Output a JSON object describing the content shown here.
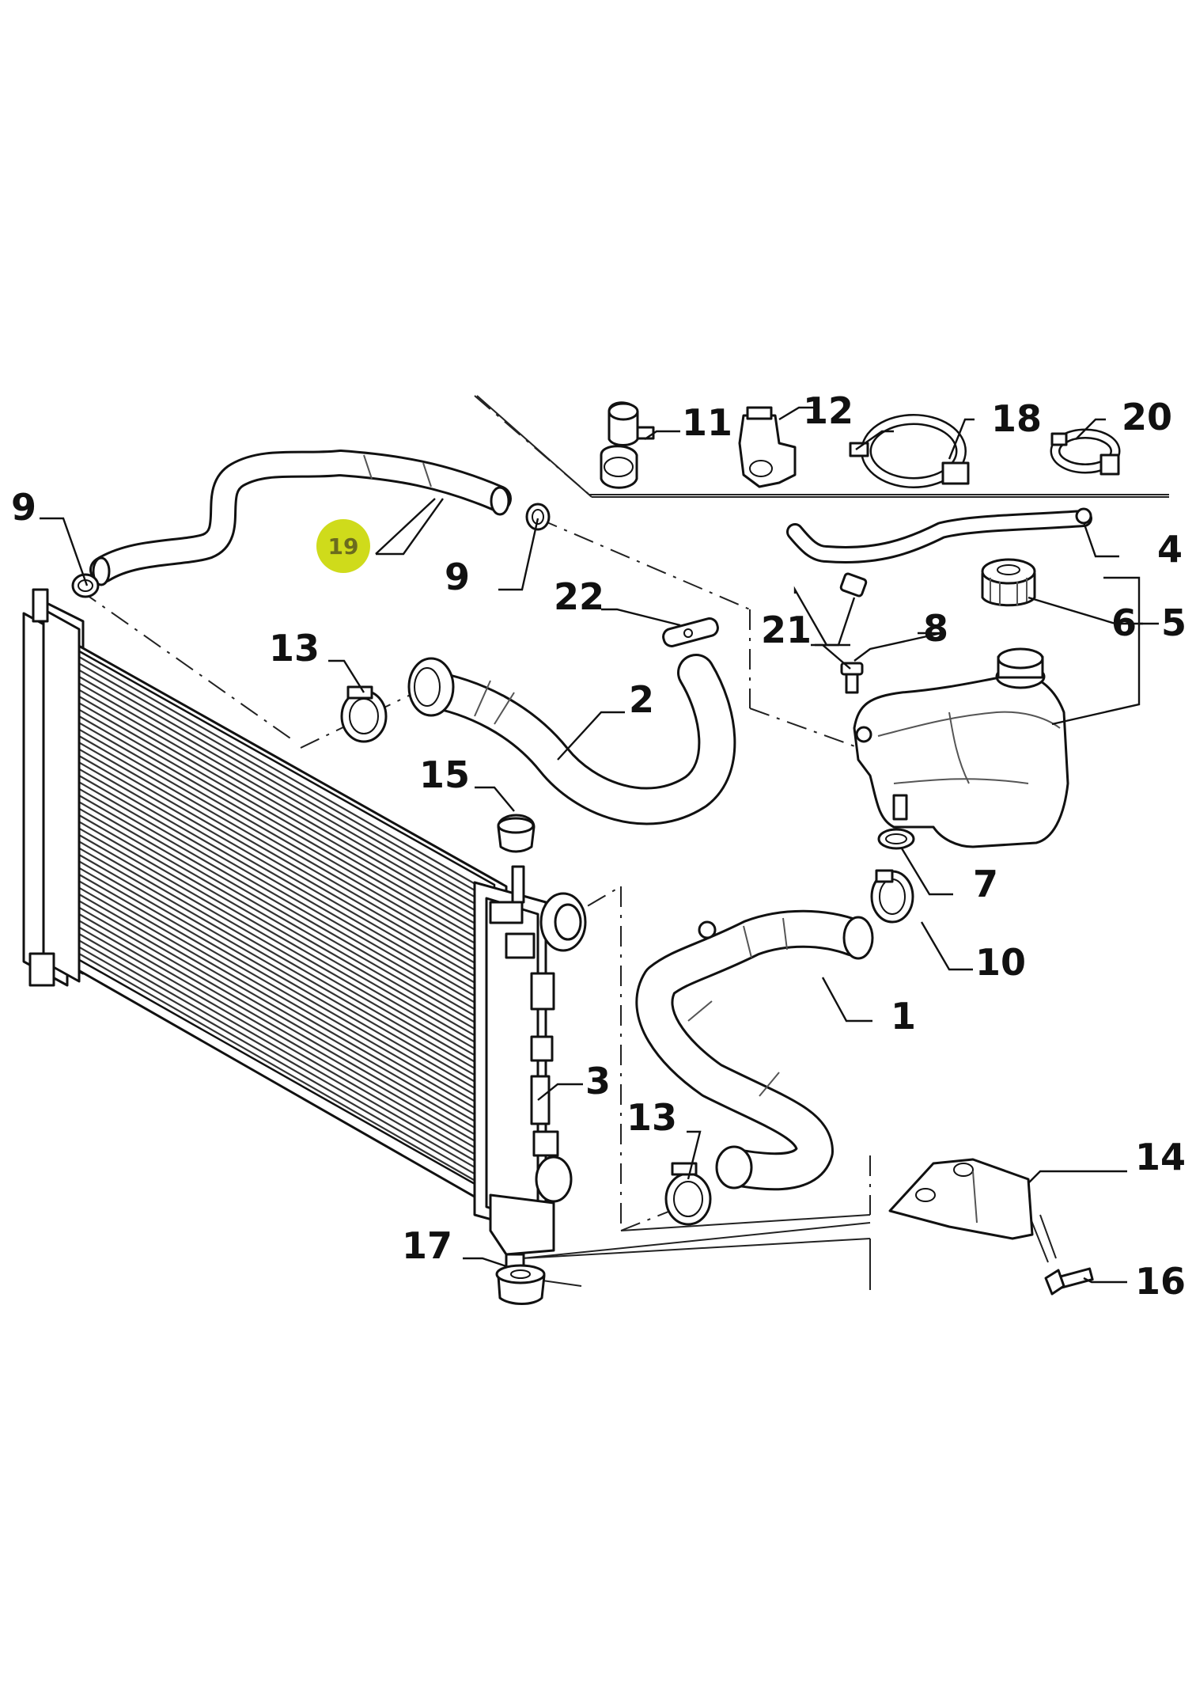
{
  "diagram": {
    "highlight": {
      "label": "19",
      "color": "#cfdb1b",
      "text_color": "#6b6b1e"
    },
    "callouts": [
      {
        "id": "c1",
        "label": "1"
      },
      {
        "id": "c2",
        "label": "2"
      },
      {
        "id": "c3",
        "label": "3"
      },
      {
        "id": "c4",
        "label": "4"
      },
      {
        "id": "c5",
        "label": "5"
      },
      {
        "id": "c6",
        "label": "6"
      },
      {
        "id": "c7",
        "label": "7"
      },
      {
        "id": "c8",
        "label": "8"
      },
      {
        "id": "c9a",
        "label": "9"
      },
      {
        "id": "c9b",
        "label": "9"
      },
      {
        "id": "c10",
        "label": "10"
      },
      {
        "id": "c11",
        "label": "11"
      },
      {
        "id": "c12",
        "label": "12"
      },
      {
        "id": "c13a",
        "label": "13"
      },
      {
        "id": "c13b",
        "label": "13"
      },
      {
        "id": "c14",
        "label": "14"
      },
      {
        "id": "c15",
        "label": "15"
      },
      {
        "id": "c16",
        "label": "16"
      },
      {
        "id": "c17",
        "label": "17"
      },
      {
        "id": "c18",
        "label": "18"
      },
      {
        "id": "c20",
        "label": "20"
      },
      {
        "id": "c21",
        "label": "21"
      },
      {
        "id": "c22",
        "label": "22"
      }
    ]
  }
}
